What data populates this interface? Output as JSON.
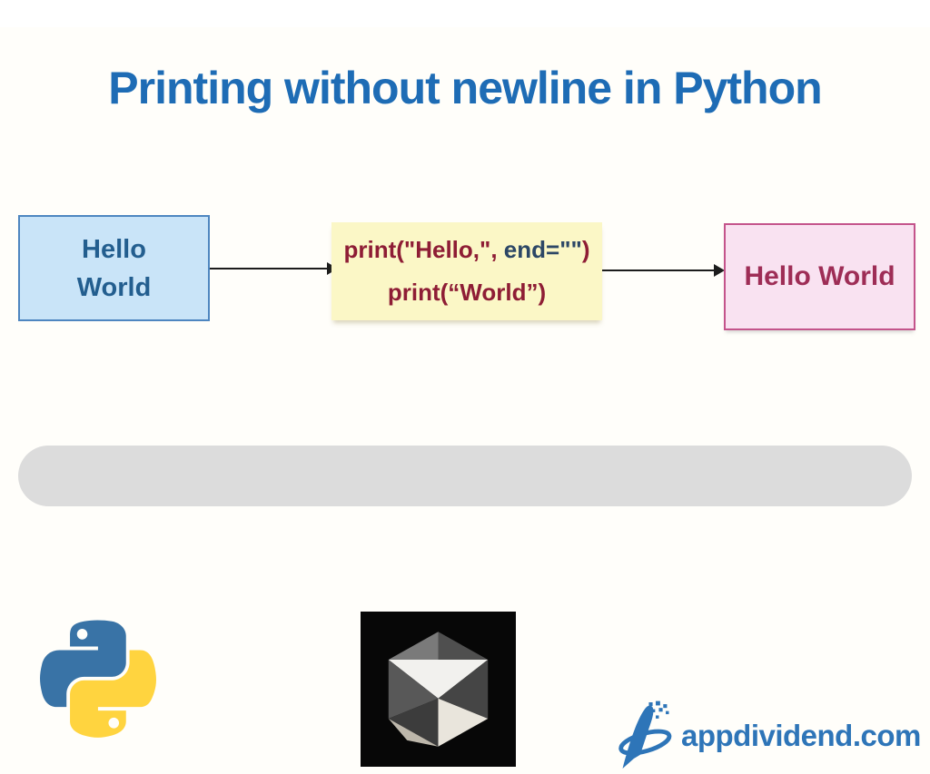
{
  "title": "Printing without newline in Python",
  "diagram": {
    "input_box": {
      "line1": "Hello",
      "line2": "World"
    },
    "code_box": {
      "line1_seg1": "print(\"Hello,\",",
      "line1_seg2": " end=\"\"",
      "line1_seg3": ")",
      "line2": "print(“World”)"
    },
    "output_box": {
      "text": "Hello World"
    }
  },
  "footer": {
    "brand": "appdividend.com"
  },
  "icons": {
    "bottom_left": "python-logo",
    "bottom_center": "3d-cube-render",
    "bottom_right": "appdividend-a-swoosh"
  },
  "colors": {
    "title_blue": "#1e6cb5",
    "input_fill": "#c9e4f8",
    "input_border": "#4e86c0",
    "input_text": "#235e8f",
    "code_fill": "#fbf7c6",
    "code_red": "#8e1d35",
    "code_navy": "#2c4766",
    "output_fill": "#f9e2f1",
    "output_border": "#c4548b",
    "output_text": "#9e2d56",
    "arrow_black": "#1c1c1c",
    "pill_gray": "#dcdcdc",
    "brand_blue": "#2e75b8",
    "python_blue": "#3973a6",
    "python_yellow": "#ffd43f"
  }
}
